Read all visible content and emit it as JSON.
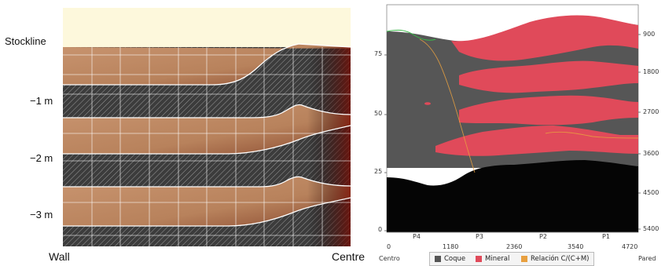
{
  "left_panel": {
    "layer_labels": [
      "Stockline",
      "−1 m",
      "−2 m",
      "−3 m"
    ],
    "wall_label": "Wall",
    "centre_label": "Centre",
    "colors": {
      "ore": "#c08660",
      "coke_bg": "#3a3a3a",
      "sky": "#fdf8dc"
    }
  },
  "right_panel": {
    "y_ticks_left": [
      "75",
      "50",
      "25",
      "0"
    ],
    "y_ticks_right": [
      "900",
      "1800",
      "2700",
      "3600",
      "4500",
      "5400"
    ],
    "x_ticks": [
      "0",
      "1180",
      "2360",
      "3540",
      "4720"
    ],
    "probe_labels": [
      "P4",
      "P3",
      "P2",
      "P1"
    ],
    "centre_label": "Centro",
    "wall_label": "Pared",
    "legend": [
      {
        "label": "Coque",
        "color": "#555555"
      },
      {
        "label": "Mineral",
        "color": "#e04a5a"
      },
      {
        "label": "Relación C/(C+M)",
        "color": "#e8a040"
      }
    ]
  }
}
